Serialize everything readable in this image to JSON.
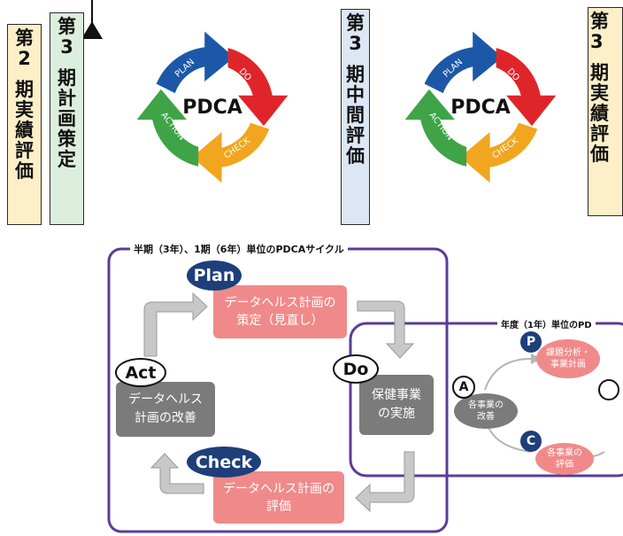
{
  "period_boxes": [
    {
      "chars": [
        "第",
        "2",
        "期",
        "実",
        "績",
        "評",
        "価"
      ],
      "bg": "#fdf0c8"
    },
    {
      "chars": [
        "第",
        "3",
        "期",
        "計",
        "画",
        "策",
        "定"
      ],
      "bg": "#dceedd"
    },
    {
      "chars": [
        "第",
        "3",
        "期",
        "中",
        "間",
        "評",
        "価"
      ],
      "bg": "#dde6f5"
    },
    {
      "chars": [
        "第",
        "3",
        "期",
        "実",
        "績",
        "評",
        "価"
      ],
      "bg": "#fdf0c8"
    }
  ],
  "pdca_cycle": {
    "center": "PDCA",
    "segments": {
      "plan": "PLAN",
      "do": "DO",
      "check": "CHECK",
      "action": "ACTION"
    },
    "colors": {
      "plan": "#1d58a8",
      "do": "#e0252a",
      "check": "#f2a51e",
      "action": "#3ea447"
    }
  },
  "main_cycle": {
    "frame_label": "半期（3年）、1期（6年）単位のPDCAサイクル",
    "plan_label": "Plan",
    "plan_box": [
      "データヘルス計画の",
      "策定（見直し）"
    ],
    "do_label": "Do",
    "do_box": [
      "保健事業",
      "の実施"
    ],
    "check_label": "Check",
    "check_box": [
      "データヘルス計画の",
      "評価"
    ],
    "act_label": "Act",
    "act_box": [
      "データヘルス",
      "計画の改善"
    ]
  },
  "annual_cycle": {
    "frame_label": "年度（1年）単位のPD",
    "p_badge": "P",
    "p_circle": [
      "課題分析・",
      "事業計画"
    ],
    "a_badge": "A",
    "a_circle": [
      "各事業の",
      "改善"
    ],
    "c_badge": "C",
    "c_circle": [
      "各事業の",
      "評価"
    ]
  },
  "colors": {
    "frame_purple": "#5b3c98",
    "navy": "#1e3f7a",
    "pink": "#f08a8a",
    "gray": "#7b7b7b",
    "arrow_gray": "#c8c8c8"
  }
}
